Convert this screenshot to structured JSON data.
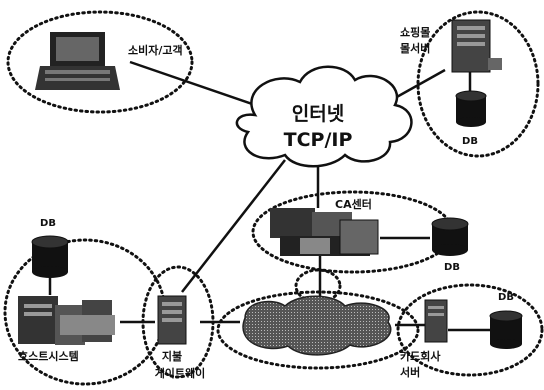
{
  "diagram": {
    "internet": {
      "line1": "인터넷",
      "line2": "TCP/IP"
    },
    "consumer": {
      "label": "소비자/고객"
    },
    "shopping_mall": {
      "line1": "쇼핑몰",
      "line2": "몰서버",
      "db": "DB"
    },
    "ca_center": {
      "label": "CA센터",
      "db": "DB"
    },
    "host_system": {
      "label": "호스트시스템",
      "db": "DB"
    },
    "payment_gateway": {
      "line1": "지불",
      "line2": "게이트웨이"
    },
    "card_company": {
      "line1": "카드회사",
      "line2": "서버",
      "db": "DB"
    }
  },
  "colors": {
    "ink": "#111111",
    "cloud": "#ffffff",
    "network_cloud": "#444444"
  }
}
